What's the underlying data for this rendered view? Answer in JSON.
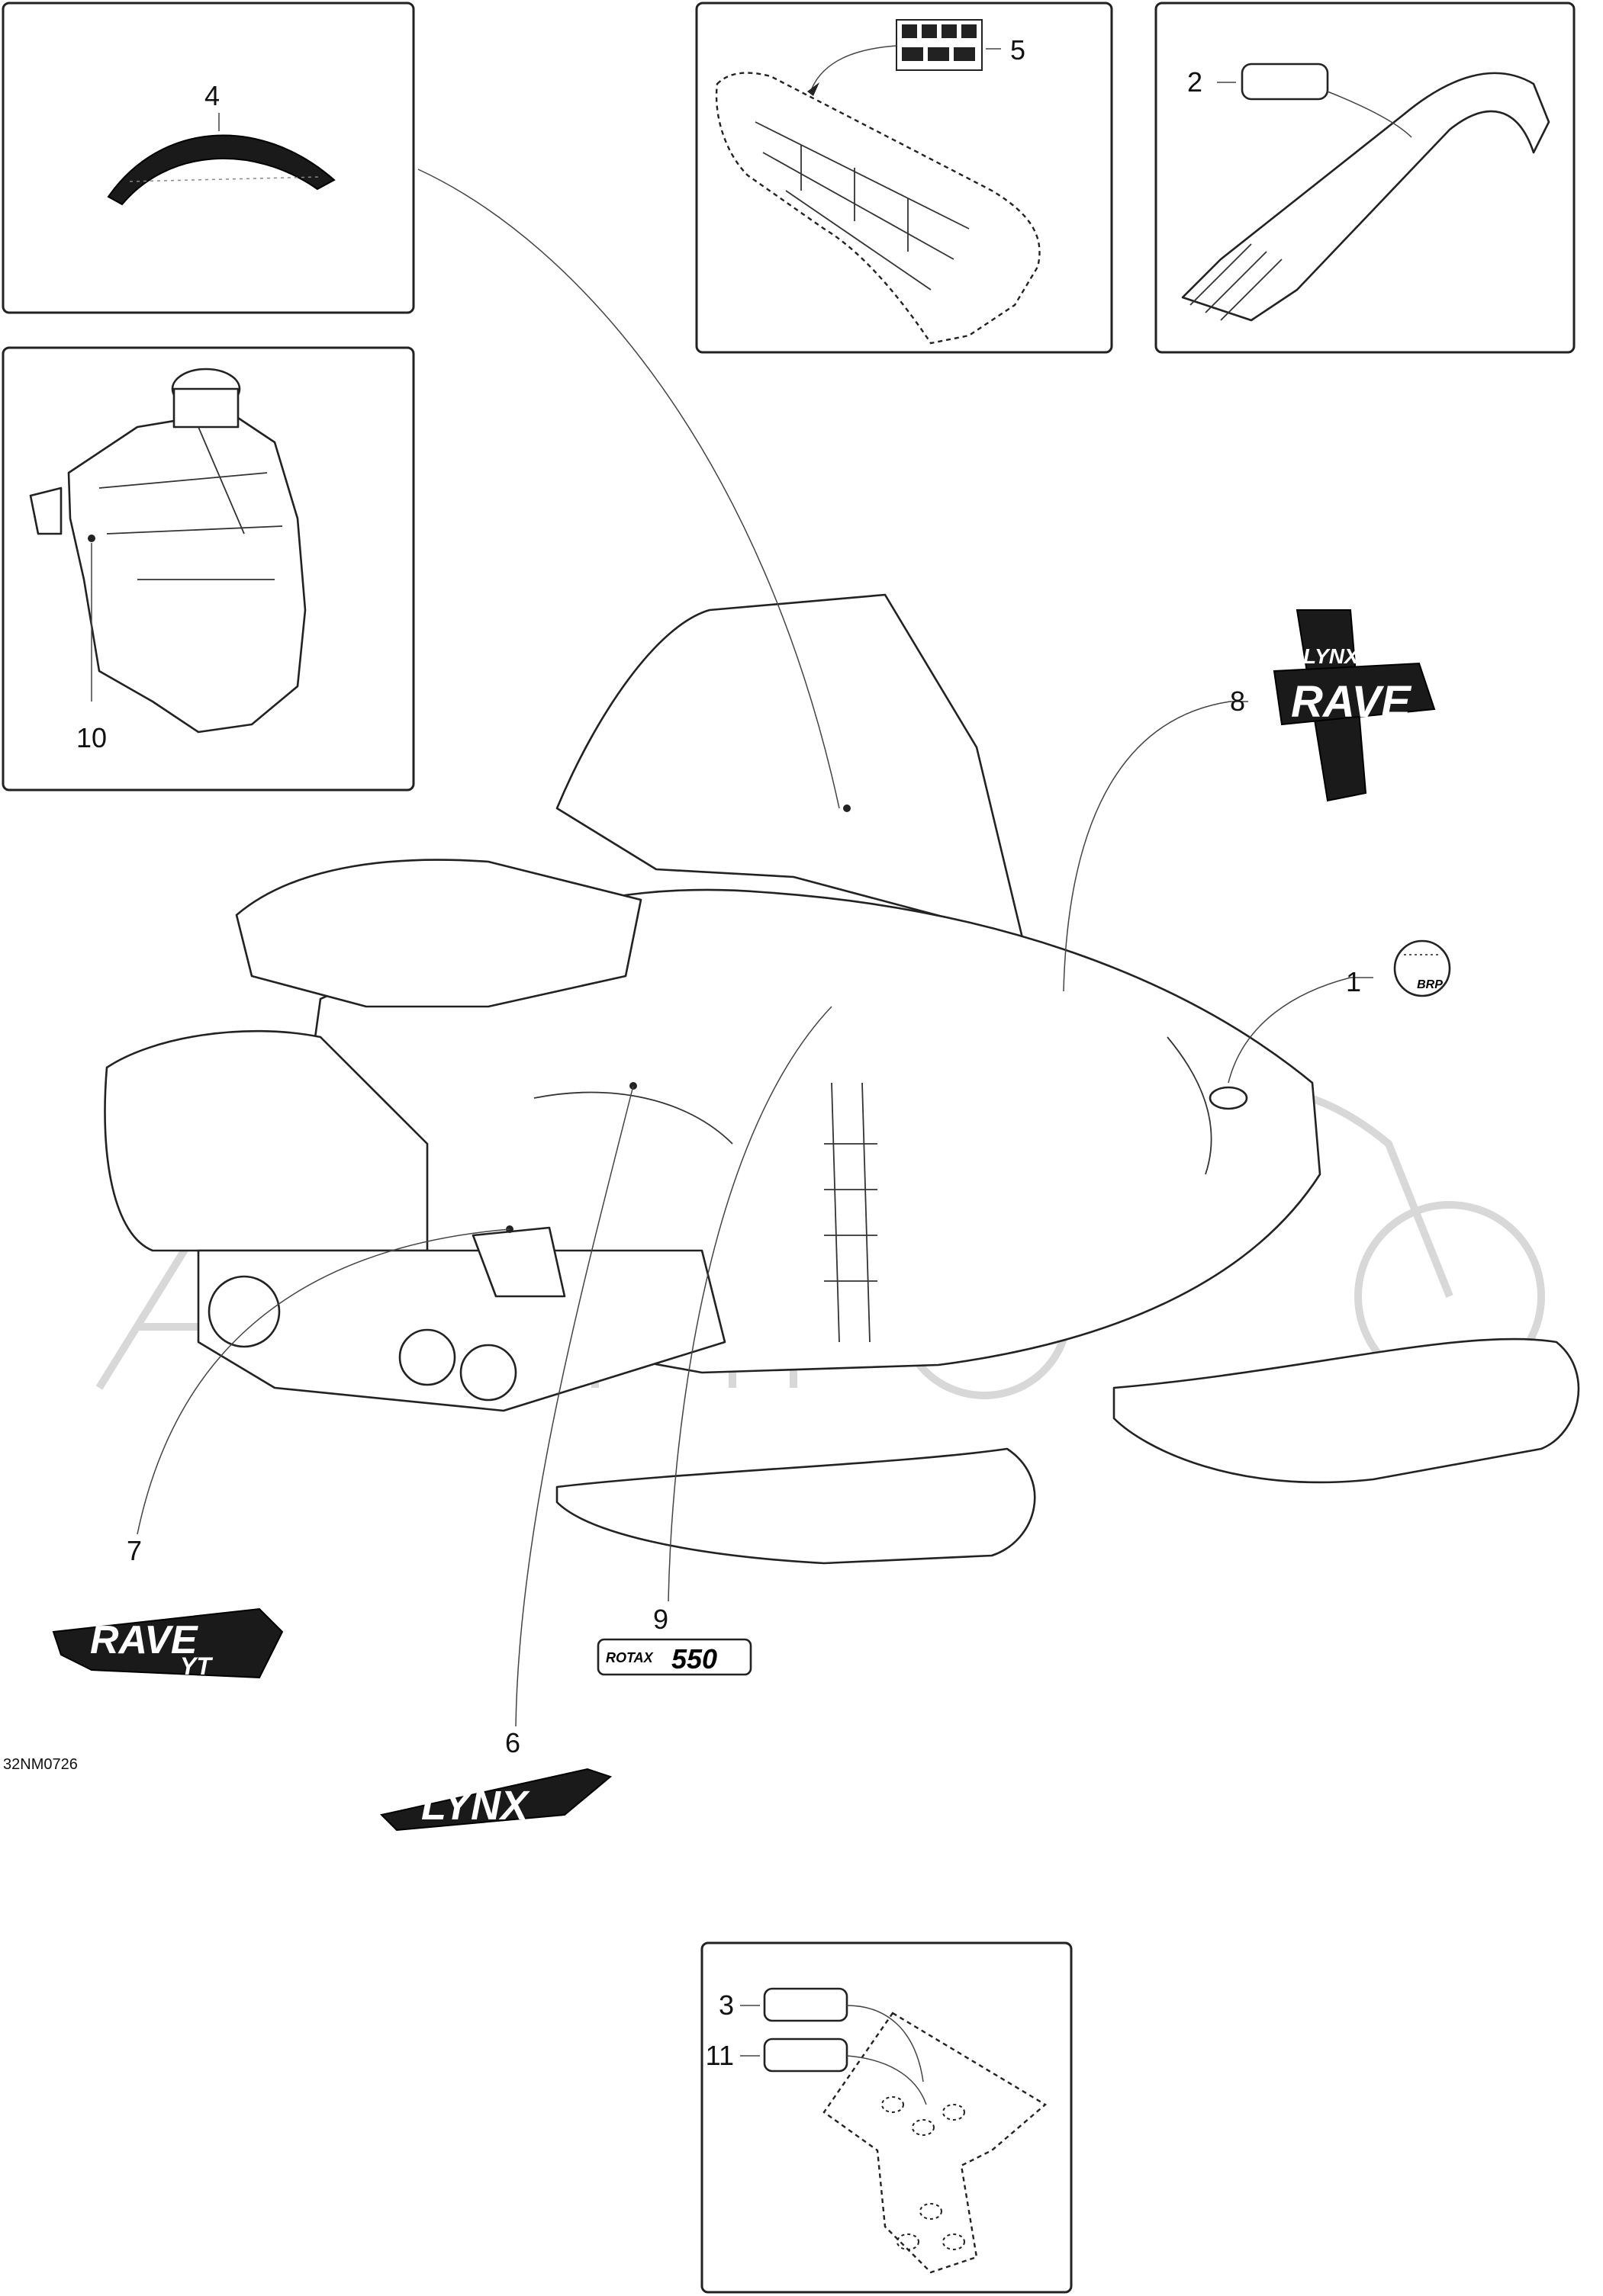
{
  "diagram": {
    "drawing_code": "32NM0726",
    "callouts": [
      {
        "id": "1",
        "label": "1"
      },
      {
        "id": "2",
        "label": "2"
      },
      {
        "id": "3",
        "label": "3"
      },
      {
        "id": "4",
        "label": "4"
      },
      {
        "id": "5",
        "label": "5"
      },
      {
        "id": "6",
        "label": "6"
      },
      {
        "id": "7",
        "label": "7"
      },
      {
        "id": "8",
        "label": "8"
      },
      {
        "id": "9",
        "label": "9"
      },
      {
        "id": "10",
        "label": "10"
      },
      {
        "id": "11",
        "label": "11"
      }
    ],
    "decals": {
      "lynx_main": "LYNX",
      "rave_yt_top": "RAVE",
      "rave_yt_bottom": "YT",
      "lynx_small": "LYNX",
      "rave_big": "RAVE",
      "rotax_small": "ROTAX",
      "rotax_big": "550",
      "brp": "BRP"
    }
  }
}
